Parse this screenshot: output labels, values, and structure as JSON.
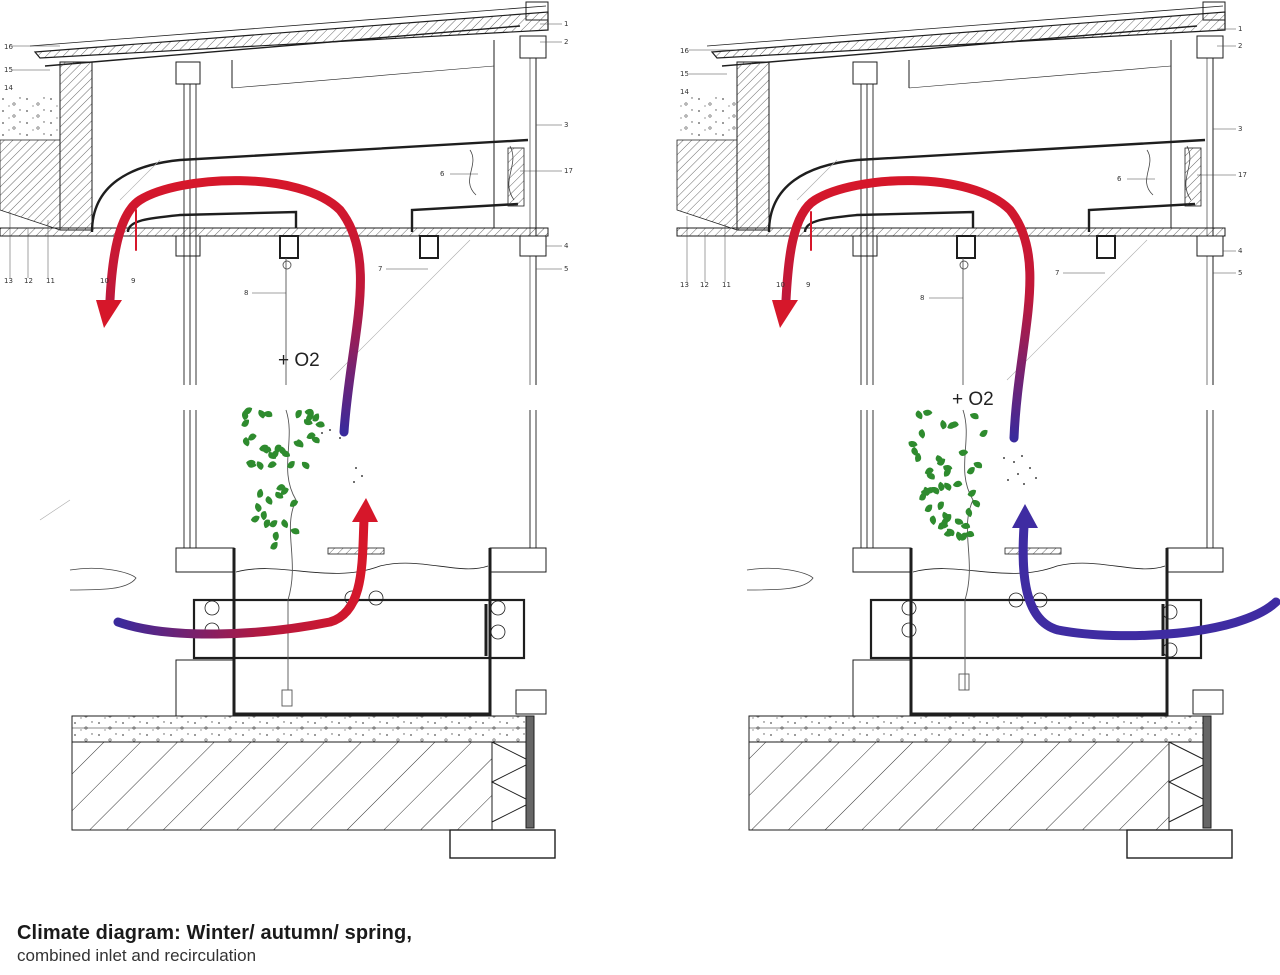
{
  "caption": {
    "title": "Climate diagram: Winter/ autumn/ spring,",
    "subtitle": "combined inlet and recirculation"
  },
  "panels": [
    {
      "id": "left",
      "label": "+ O2"
    },
    {
      "id": "right",
      "label": "+ O2"
    }
  ],
  "callouts": [
    "1",
    "2",
    "3",
    "4",
    "5",
    "6",
    "7",
    "8",
    "9",
    "10",
    "11",
    "12",
    "13",
    "14",
    "15",
    "16",
    "17"
  ],
  "colors": {
    "warm_air": "#d6172a",
    "cool_air": "#3a2a9c",
    "plant": "#2e8b2e",
    "line": "#1e1e1e"
  }
}
